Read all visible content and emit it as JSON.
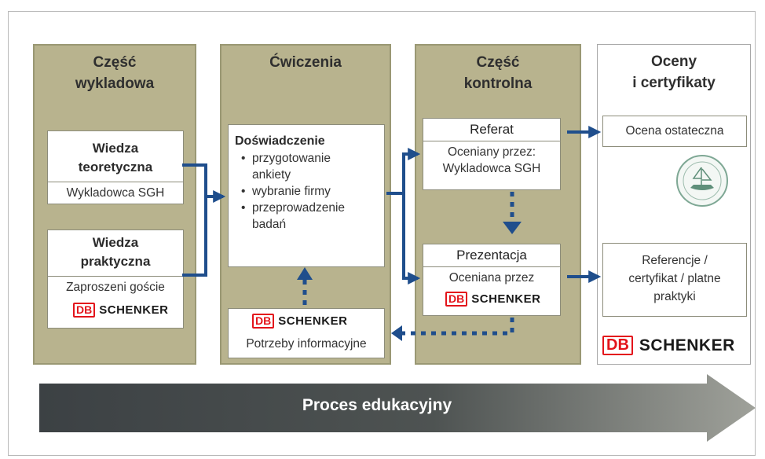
{
  "columns": [
    {
      "title": "Część\nwykladowa"
    },
    {
      "title": "Ćwiczenia"
    },
    {
      "title": "Część\nkontrolna"
    },
    {
      "title": "Oceny\ni certyfikaty"
    }
  ],
  "lecture": {
    "theory_title": "Wiedza\nteoretyczna",
    "theory_sub": "Wykladowca SGH",
    "practice_title": "Wiedza\npraktyczna",
    "practice_sub": "Zaproszeni goście"
  },
  "exercises": {
    "experience_title": "Doświadczenie",
    "bullets": [
      "przygotowanie\nankiety",
      "wybranie firmy",
      "przeprowadzenie\nbadań"
    ],
    "needs_label": "Potrzeby informacyjne"
  },
  "control": {
    "report_title": "Referat",
    "report_sub": "Oceniany przez:\nWykladowca SGH",
    "presentation_title": "Prezentacja",
    "presentation_sub": "Oceniana przez"
  },
  "grades": {
    "final": "Ocena ostateczna",
    "references": "Referencje /\ncertyfikat / platne\npraktyki"
  },
  "logo": {
    "db": "DB",
    "name": "SCHENKER"
  },
  "process_label": "Proces edukacyjny",
  "colors": {
    "column_fill": "#b8b38e",
    "arrow_blue": "#1f4e8c",
    "band_dark": "#3c4144",
    "band_light": "#9fa19a",
    "db_red": "#e3141b"
  }
}
